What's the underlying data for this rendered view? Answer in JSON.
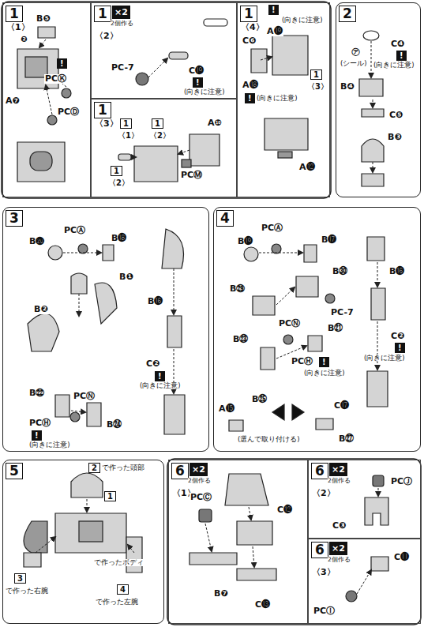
{
  "diagram": {
    "nodes": [
      {
        "text": [
          "1",
          "〈1〉"
        ]
      },
      {
        "text": [
          "1",
          "×2",
          "〈2〉",
          "2個作る"
        ]
      },
      {
        "text": [
          "1",
          "〈3〉"
        ]
      },
      {
        "text": [
          "1",
          "〈4〉"
        ]
      },
      {
        "text": [
          "2"
        ]
      },
      {
        "text": [
          "3"
        ]
      },
      {
        "text": [
          "4"
        ]
      },
      {
        "text": [
          "5"
        ]
      },
      {
        "text": [
          "6",
          "×2",
          "〈1〉",
          "2個作る"
        ]
      },
      {
        "text": [
          "6",
          "×2",
          "〈2〉",
          "2個作る"
        ]
      },
      {
        "text": [
          "6",
          "×2",
          "〈3〉",
          "2個作る"
        ]
      }
    ],
    "labels": [
      "B❺",
      "❷",
      "!",
      "PCⓀ",
      "A❼",
      "PCⒹ",
      "PC-7",
      "C⓳",
      "!",
      "(向きに注意)",
      "1",
      "〈1〉",
      "1",
      "〈2〉",
      "A❿",
      "PCⓂ",
      "1",
      "〈2〉",
      "!",
      "(向きに注意)",
      "A⓳",
      "C❻",
      "1",
      "〈3〉",
      "A⓲",
      "!",
      "(向きに注意)",
      "A⓬",
      "C❹",
      "!",
      "(向きに注意)",
      "㋐",
      "(シール)",
      "B❹",
      "C❺",
      "B❸",
      "PCⒶ",
      "B⓴",
      "B⓲",
      "B❶",
      "B❷",
      "B⓰",
      "C❷",
      "!",
      "(向きに注意)",
      "B㉒",
      "PCⓃ",
      "PCⒽ",
      "!",
      "(向きに注意)",
      "B㉔",
      "PCⒶ",
      "B⓳",
      "B⓱",
      "B㉚",
      "B㉙",
      "PC-7",
      "B⓰",
      "C❷",
      "!",
      "(向きに注意)",
      "B㉓",
      "PCⓃ",
      "B㉑",
      "PCⒽ",
      "!",
      "(向きに注意)",
      "A⓯",
      "B㉕",
      "(選んで取り付ける)",
      "C⓱",
      "B㉗",
      "2",
      "で作った頭部",
      "1",
      "で作ったボディ",
      "3",
      "で作った右腕",
      "4",
      "で作った左腕",
      "PCⒸ",
      "C⓬",
      "B❼",
      "C⓭",
      "PCⒿ",
      "C❸",
      "C⓫",
      "PCⒾ"
    ]
  }
}
